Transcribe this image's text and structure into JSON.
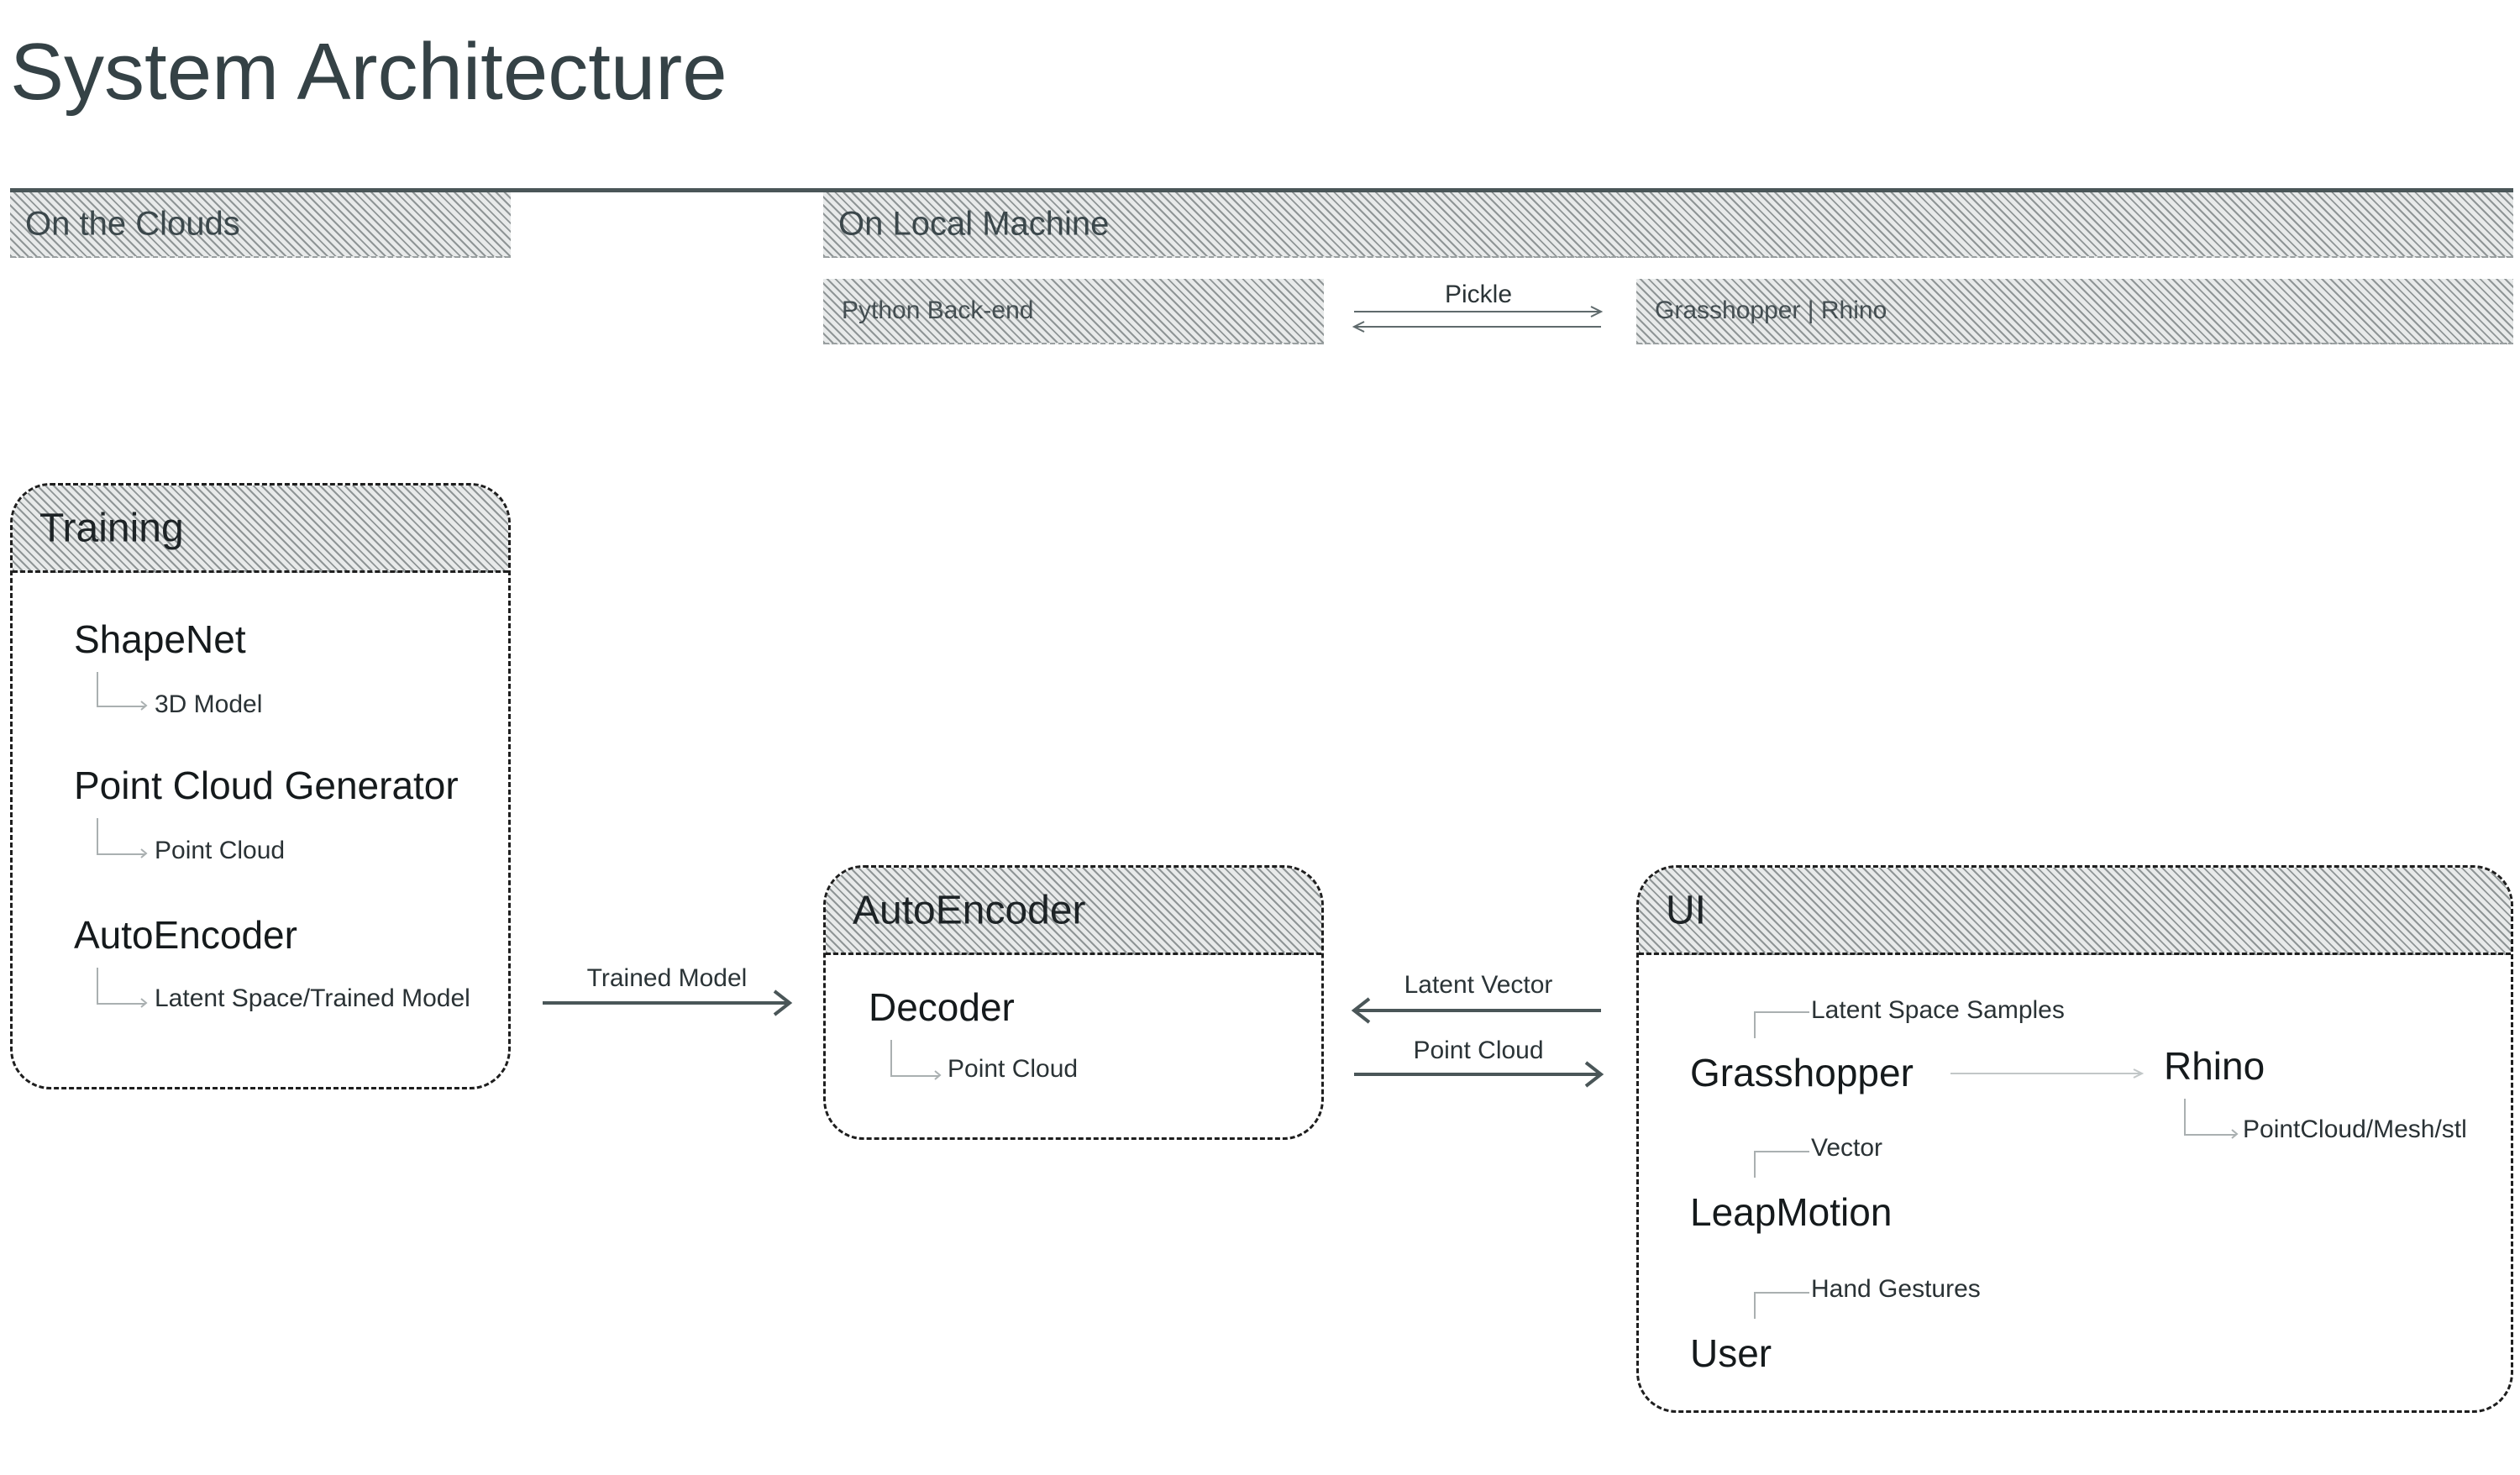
{
  "title": "System Architecture",
  "sections": {
    "clouds": "On the Clouds",
    "local": "On Local Machine",
    "python_backend": "Python Back-end",
    "grasshopper_rhino": "Grasshopper | Rhino"
  },
  "pickle_label": "Pickle",
  "training": {
    "header": "Training",
    "shapenet": "ShapeNet",
    "shapenet_output": "3D Model",
    "pcg": "Point Cloud Generator",
    "pcg_output": "Point Cloud",
    "autoencoder": "AutoEncoder",
    "autoencoder_output": "Latent Space/Trained Model"
  },
  "trained_model_label": "Trained Model",
  "autoencoder_box": {
    "header": "AutoEncoder",
    "decoder": "Decoder",
    "decoder_output": "Point Cloud"
  },
  "latent_vector_label": "Latent Vector",
  "point_cloud_label": "Point Cloud",
  "ui_box": {
    "header": "UI",
    "latent_space_samples": "Latent Space Samples",
    "grasshopper": "Grasshopper",
    "rhino": "Rhino",
    "rhino_output": "PointCloud/Mesh/stl",
    "vector": "Vector",
    "leapmotion": "LeapMotion",
    "hand_gestures": "Hand Gestures",
    "user": "User"
  }
}
